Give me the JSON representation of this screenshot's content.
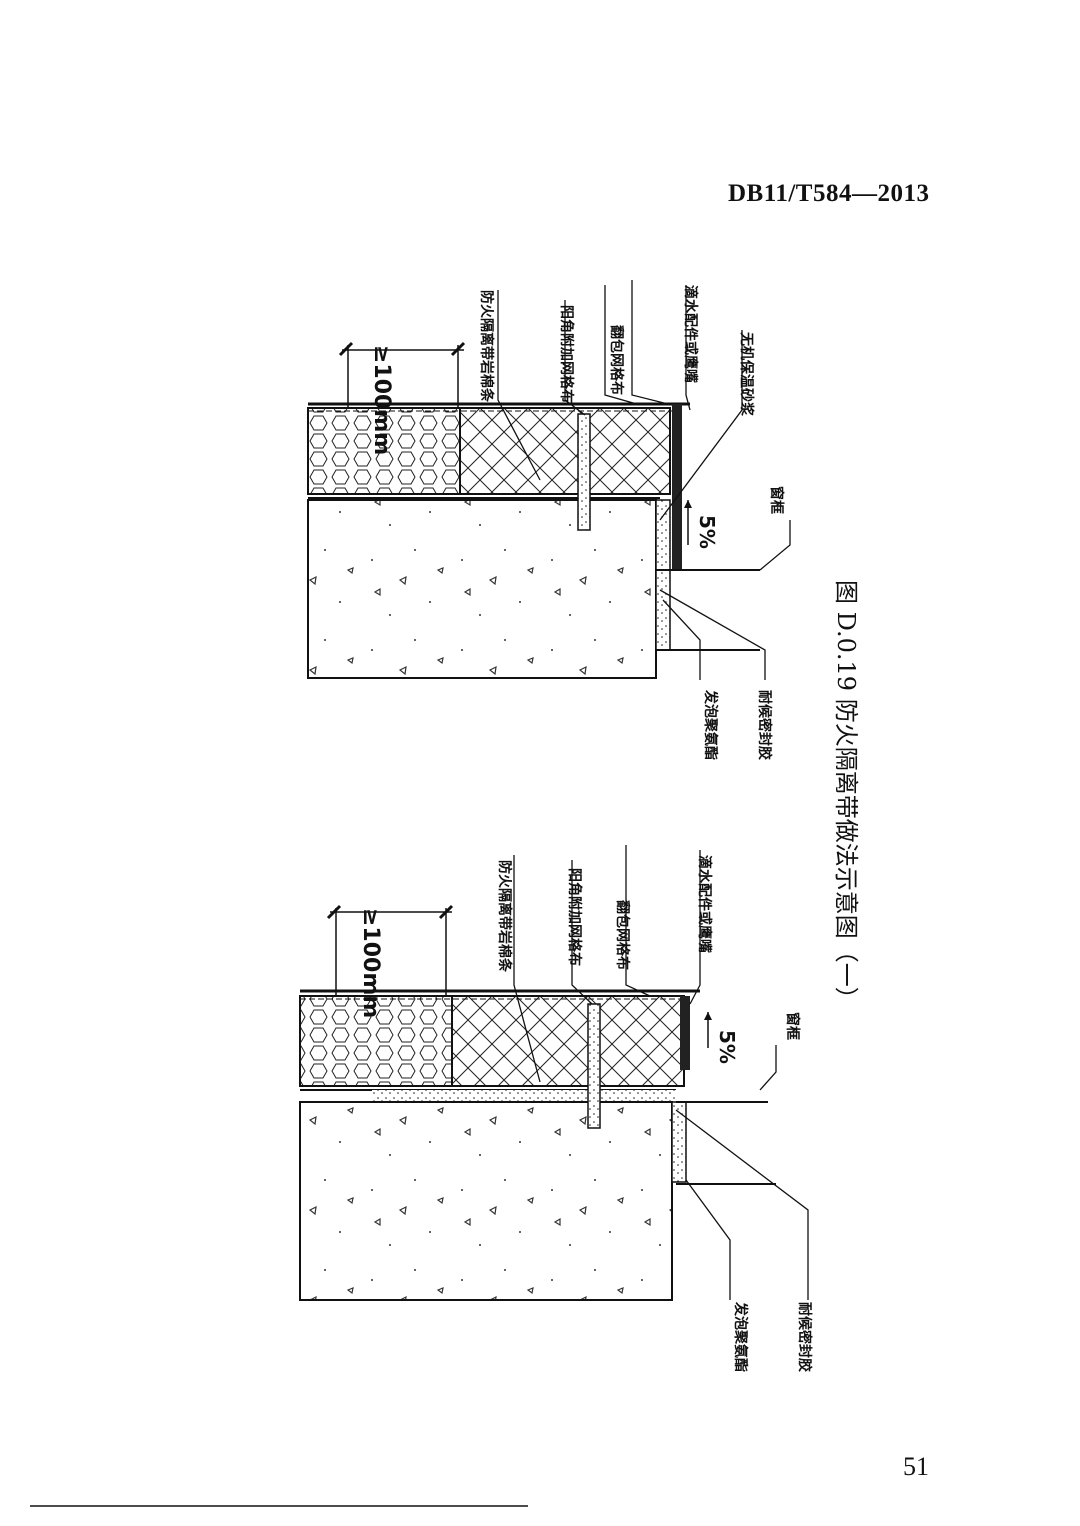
{
  "header": {
    "doc_code": "DB11/T584—2013"
  },
  "figure": {
    "caption": "图 D.0.19  防火隔离带做法示意图（一）",
    "top_drawing": {
      "dimension": "≥100mm",
      "slope": "5%",
      "labels": [
        "防火隔离带岩棉条",
        "阳角附加网格布",
        "翻包网格布",
        "滴水配件或鹰嘴",
        "无机保温砂浆",
        "窗框",
        "发泡聚氨酯",
        "耐候密封胶"
      ]
    },
    "bottom_drawing": {
      "dimension": "≥100mm",
      "slope": "5%",
      "labels": [
        "防火隔离带岩棉条",
        "阳角附加网格布",
        "翻包网格布",
        "滴水配件或鹰嘴",
        "窗框",
        "发泡聚氨酯",
        "耐候密封胶"
      ]
    }
  },
  "footer": {
    "page_number": "51"
  }
}
